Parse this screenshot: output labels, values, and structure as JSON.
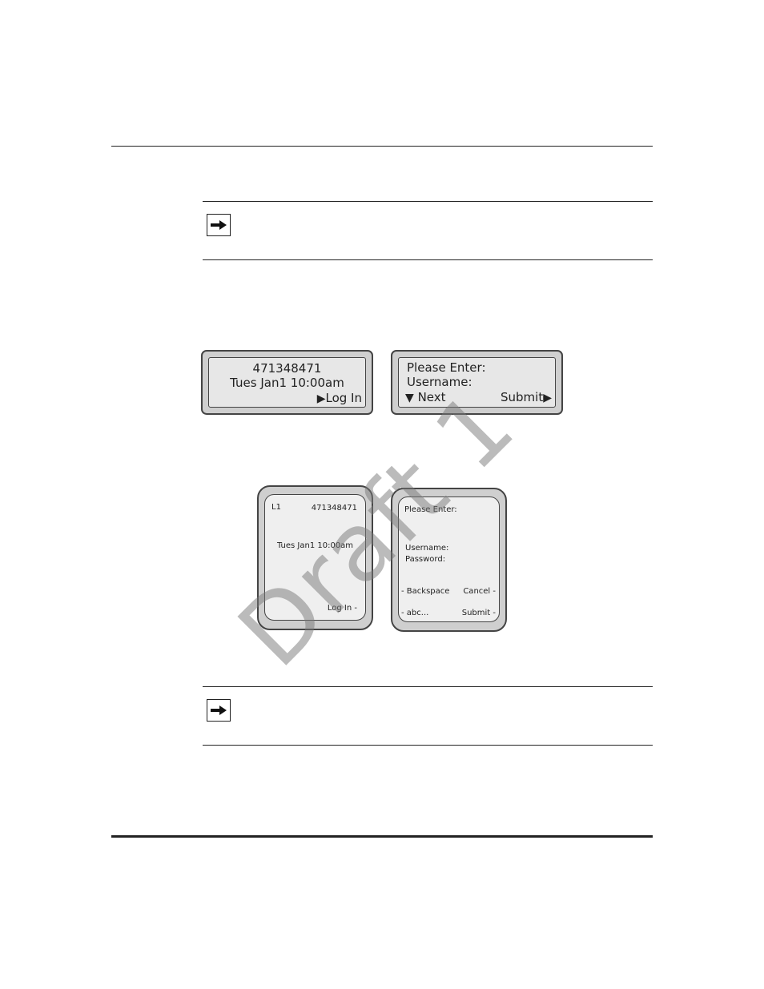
{
  "colors": {
    "rule": "#222222",
    "lcd_bg": "#e7e7e7",
    "lcd_frame": "#cfcfcf",
    "watermark": "#787878"
  },
  "notes": [
    {
      "icon": "arrow-right-icon"
    },
    {
      "icon": "arrow-right-icon"
    }
  ],
  "lcd_login": {
    "line1": "471348471",
    "line2": "Tues Jan1 10:00am",
    "softkey": "Log In",
    "softkey_icon": "triangle-right-icon"
  },
  "lcd_prompt": {
    "line1": "Please Enter:",
    "line2": "Username:",
    "left_key": "Next",
    "left_key_icon": "triangle-down-icon",
    "right_key": "Submit",
    "right_key_icon": "triangle-right-icon"
  },
  "phone_login": {
    "line": "L1",
    "number": "471348471",
    "datetime": "Tues Jan1 10:00am",
    "softkey": "Log In -"
  },
  "phone_prompt": {
    "title": "Please Enter:",
    "username_label": "Username:",
    "password_label": "Password:",
    "key_backspace": "- Backspace",
    "key_cancel": "Cancel -",
    "key_abc": "- abc...",
    "key_submit": "Submit -"
  },
  "watermark": "Draft 1"
}
